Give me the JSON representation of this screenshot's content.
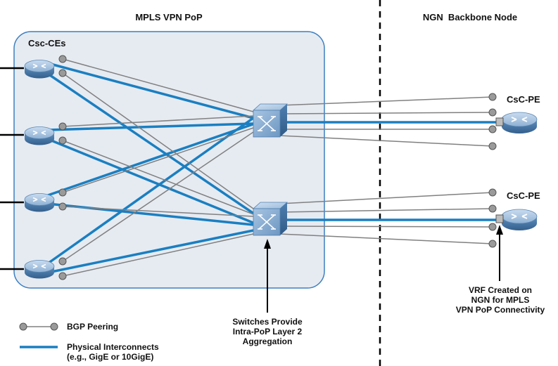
{
  "headers": {
    "left": "MPLS VPN PoP",
    "right": "NGN  Backbone Node"
  },
  "groups": {
    "ce": "Csc-CEs",
    "pe_top": "CsC-PE",
    "pe_bottom": "CsC-PE"
  },
  "annotations": {
    "switches": [
      "Switches Provide",
      "Intra-PoP Layer 2",
      "Aggregation"
    ],
    "vrf": [
      "VRF Created on",
      "NGN for MPLS",
      "VPN PoP Connectivity"
    ]
  },
  "legend": {
    "bgp": "BGP Peering",
    "physical": [
      "Physical Interconnects",
      "(e.g., GigE or 10GigE)"
    ]
  },
  "colors": {
    "physical_link": "#1a7fc1",
    "bgp_link": "#808080",
    "bgp_dot": "#9a9a9a",
    "pop_area": "#e6ebf2",
    "pop_border": "#3d7fc1",
    "device_dark": "#3b6d9e",
    "device_light": "#aac5e0"
  },
  "icons": {
    "router": "router-icon",
    "switch": "switch-icon",
    "bgp_dot": "bgp-peering-dot"
  }
}
